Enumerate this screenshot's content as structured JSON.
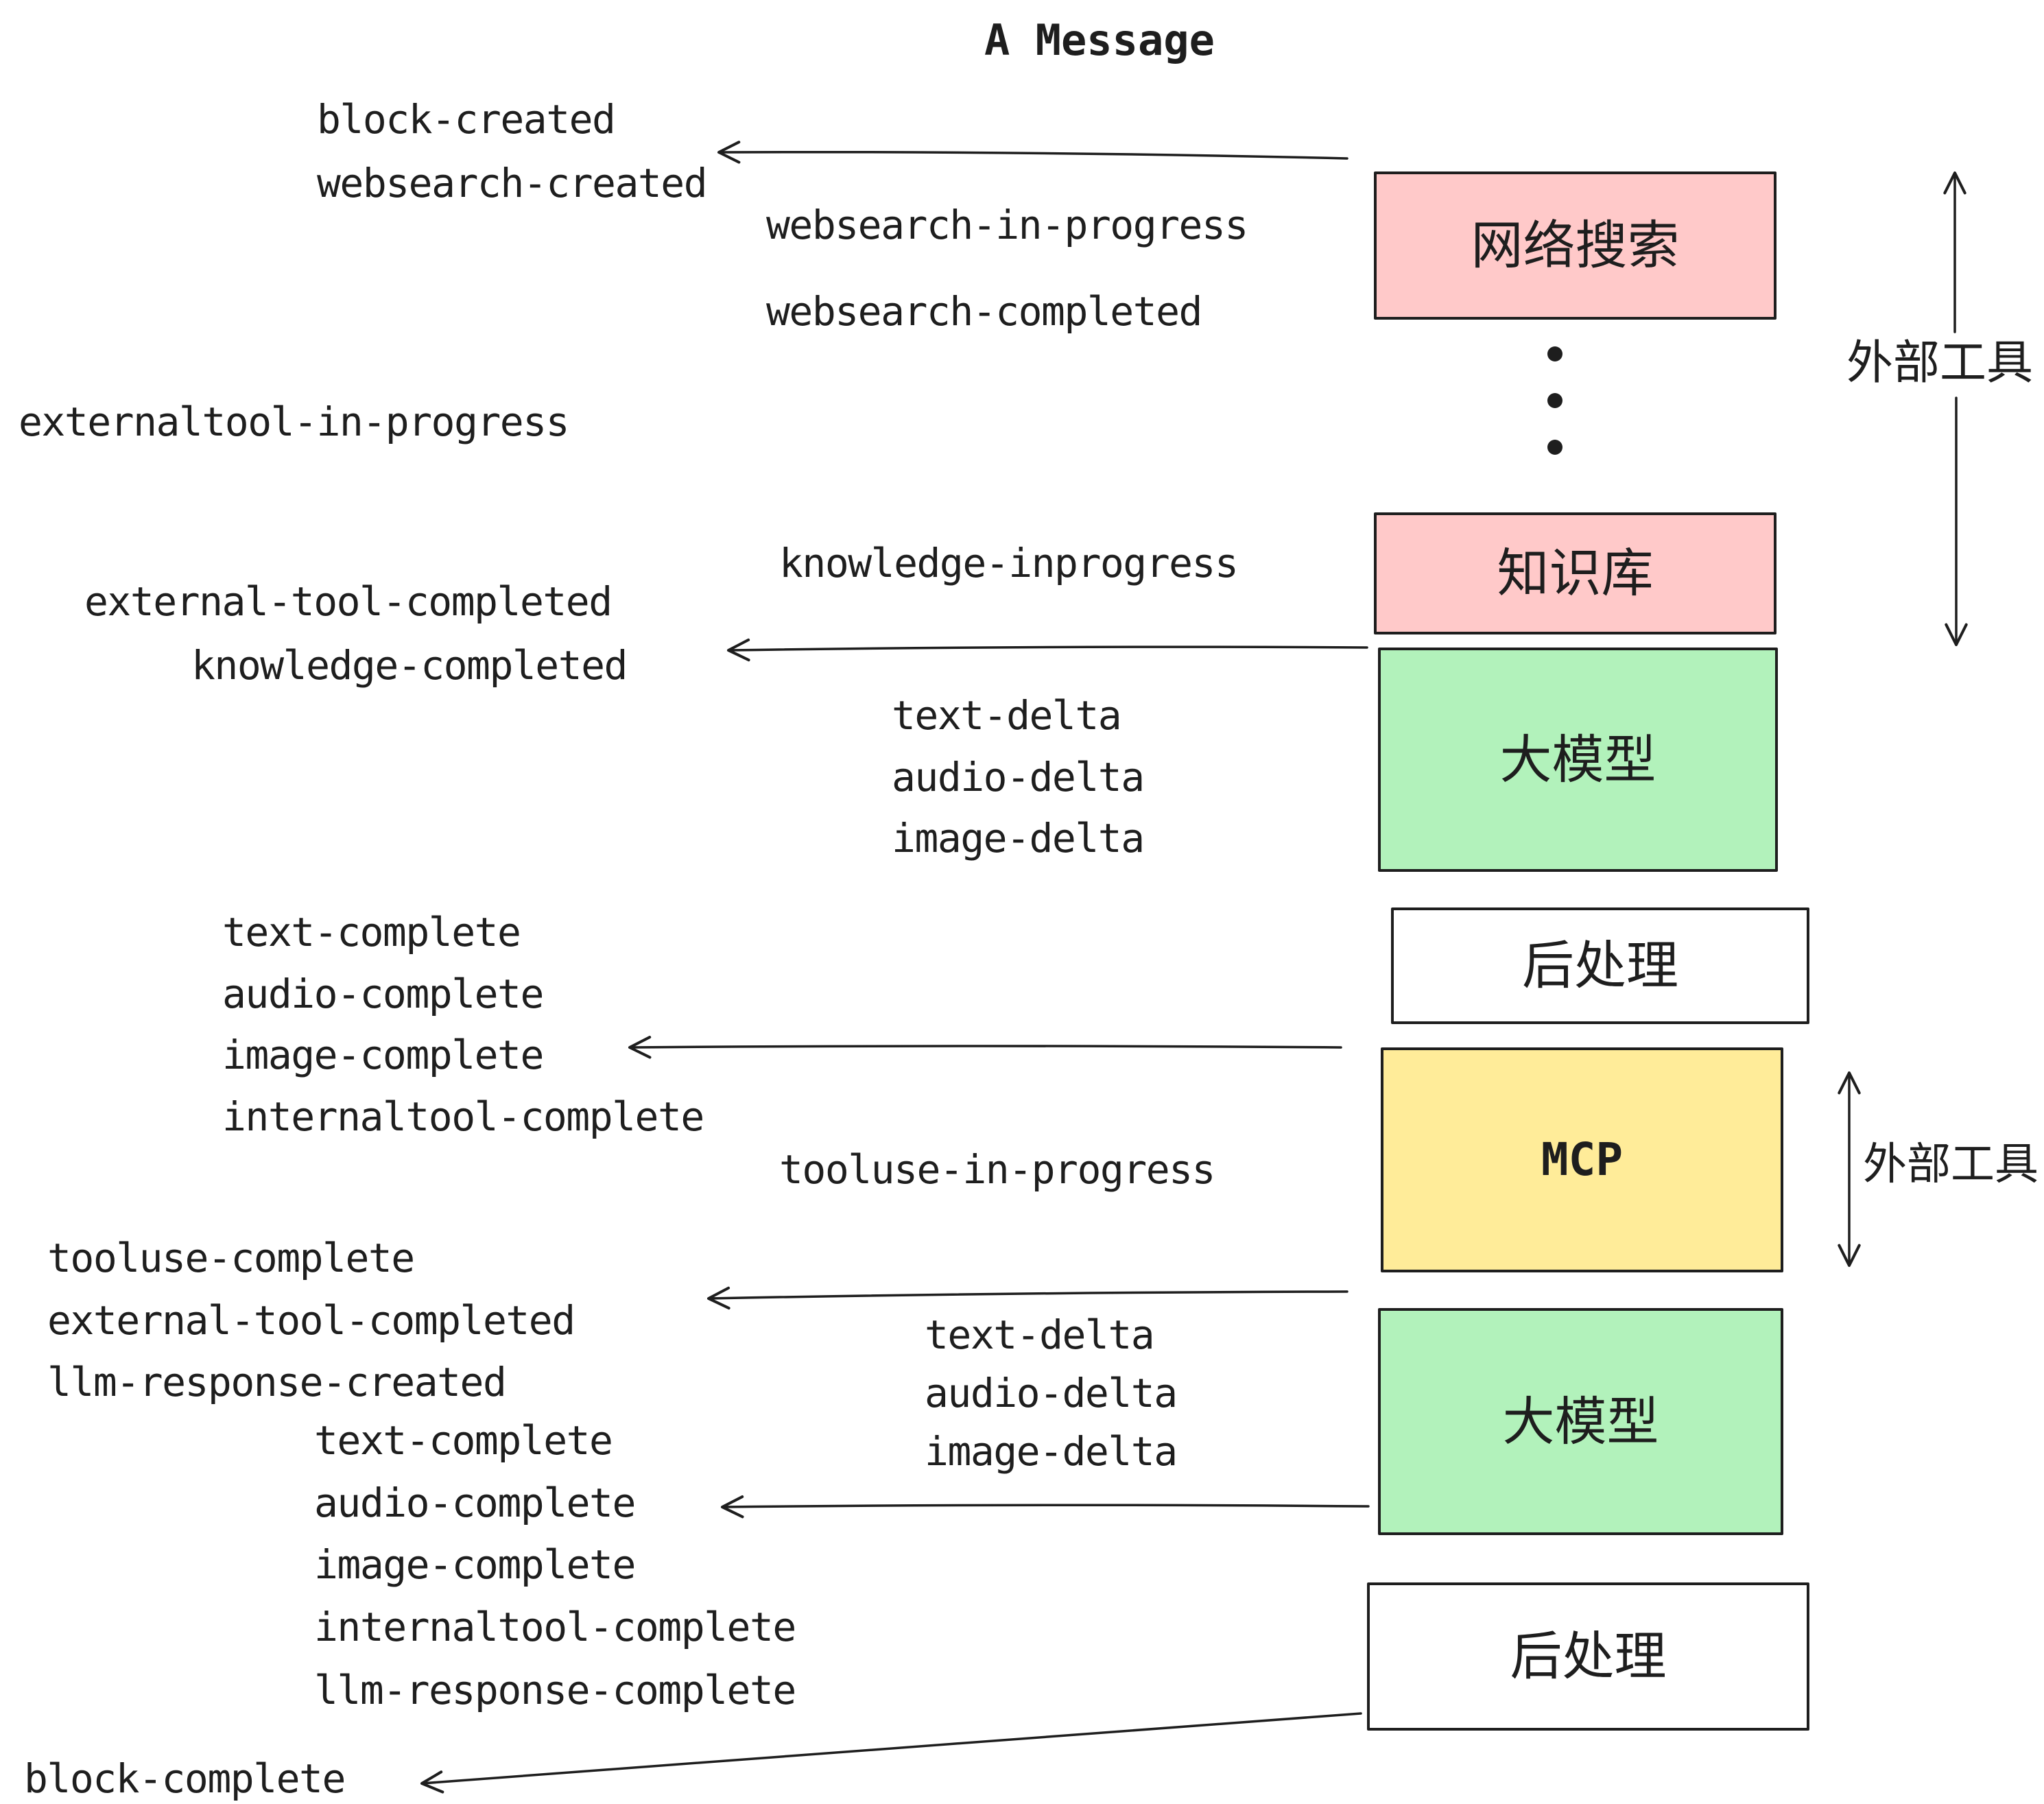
{
  "title": "A Message",
  "events": {
    "block_created": "block-created",
    "websearch_created": "websearch-created",
    "websearch_in_progress": "websearch-in-progress",
    "websearch_completed": "websearch-completed",
    "externaltool_in_progress": "externaltool-in-progress",
    "knowledge_inprogress": "knowledge-inprogress",
    "external_tool_completed_1": "external-tool-completed",
    "knowledge_completed": "knowledge-completed",
    "text_delta_1": "text-delta",
    "audio_delta_1": "audio-delta",
    "image_delta_1": "image-delta",
    "text_complete_1": "text-complete",
    "audio_complete_1": "audio-complete",
    "image_complete_1": "image-complete",
    "internaltool_complete_1": "internaltool-complete",
    "tooluse_in_progress": "tooluse-in-progress",
    "tooluse_complete": "tooluse-complete",
    "external_tool_completed_2": "external-tool-completed",
    "llm_response_created": "llm-response-created",
    "text_delta_2": "text-delta",
    "audio_delta_2": "audio-delta",
    "image_delta_2": "image-delta",
    "text_complete_2": "text-complete",
    "audio_complete_2": "audio-complete",
    "image_complete_2": "image-complete",
    "internaltool_complete_2": "internaltool-complete",
    "llm_response_complete": "llm-response-complete",
    "block_complete": "block-complete"
  },
  "boxes": {
    "websearch": "网络搜索",
    "knowledge": "知识库",
    "llm_1": "大模型",
    "post_1": "后处理",
    "mcp": "MCP",
    "llm_2": "大模型",
    "post_2": "后处理"
  },
  "annotations": {
    "external_tools_top": "外部工具",
    "external_tools_bottom": "外部工具"
  },
  "colors": {
    "ink": "#1e1e1e",
    "pink": "#ffc9c9",
    "green": "#b2f2bb",
    "yellow": "#ffec99"
  }
}
